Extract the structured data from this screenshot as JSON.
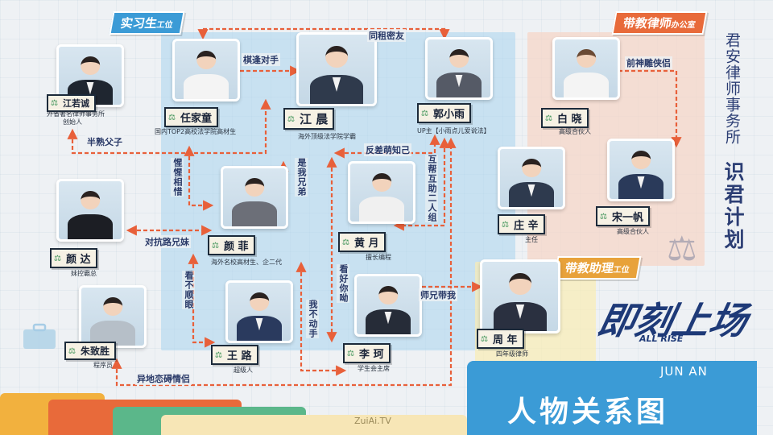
{
  "zones": {
    "intern_tab": "实习生",
    "intern_tab_small": "工位",
    "mentor_tab": "带教律师",
    "mentor_tab_small": "办公室",
    "assistant_tab": "带教助理",
    "assistant_tab_small": "工位"
  },
  "firm": {
    "name": "君安律师事务所",
    "plan": "识君计划"
  },
  "show": {
    "title": "即刻上场",
    "subtitle": "ALL RISE",
    "jun_an": "JUN AN",
    "chart_title": "人物关系图",
    "watermark": "ZuiAi.TV"
  },
  "characters": {
    "jiang_ruocheng": {
      "name": "江若诚",
      "desc1": "外省著名律师事务所",
      "desc2": "创始人"
    },
    "ren_jiatong": {
      "name": "任家童",
      "desc": "国内TOP2高校法学院高材生"
    },
    "jiang_chen": {
      "name": "江 晨",
      "desc": "海外顶级法学院学霸"
    },
    "guo_xiaoyu": {
      "name": "郭小雨",
      "desc": "UP主【小雨点儿爱说法】"
    },
    "bai_xiao": {
      "name": "白 晓",
      "desc": "高级合伙人"
    },
    "yan_da": {
      "name": "颜 达",
      "desc": "妹控霸总"
    },
    "yan_fei": {
      "name": "颜 菲",
      "desc": "海外名校高材生、企二代"
    },
    "huang_yue": {
      "name": "黄 月",
      "desc": "擅长编程"
    },
    "zhuang_xin": {
      "name": "庄 辛",
      "desc": "主任"
    },
    "song_yifan": {
      "name": "宋一帆",
      "desc": "高级合伙人"
    },
    "zhu_zhisheng": {
      "name": "朱致胜",
      "desc": "程序员"
    },
    "wang_lu": {
      "name": "王 路",
      "desc": "超级人"
    },
    "li_ke": {
      "name": "李 珂",
      "desc": "学生会主席"
    },
    "zhou_nian": {
      "name": "周 年",
      "desc": "四年级律师"
    }
  },
  "relations": {
    "qifeng": "棋逢对手",
    "tongzu": "同租密友",
    "qianshen": "前神雕侠侣",
    "banshu": "半熟父子",
    "fancha": "反差萌知己",
    "shiwo": "是我兄弟",
    "xingxing": "惺惺相惜",
    "huban": "互帮互助二人组",
    "duikang": "对抗路兄妹",
    "kanbushun": "看不顺眼",
    "kanhao": "看好你呦",
    "shixiong": "师兄带我",
    "wobudong": "我不动手",
    "yidi": "异地恋碍情侣"
  }
}
